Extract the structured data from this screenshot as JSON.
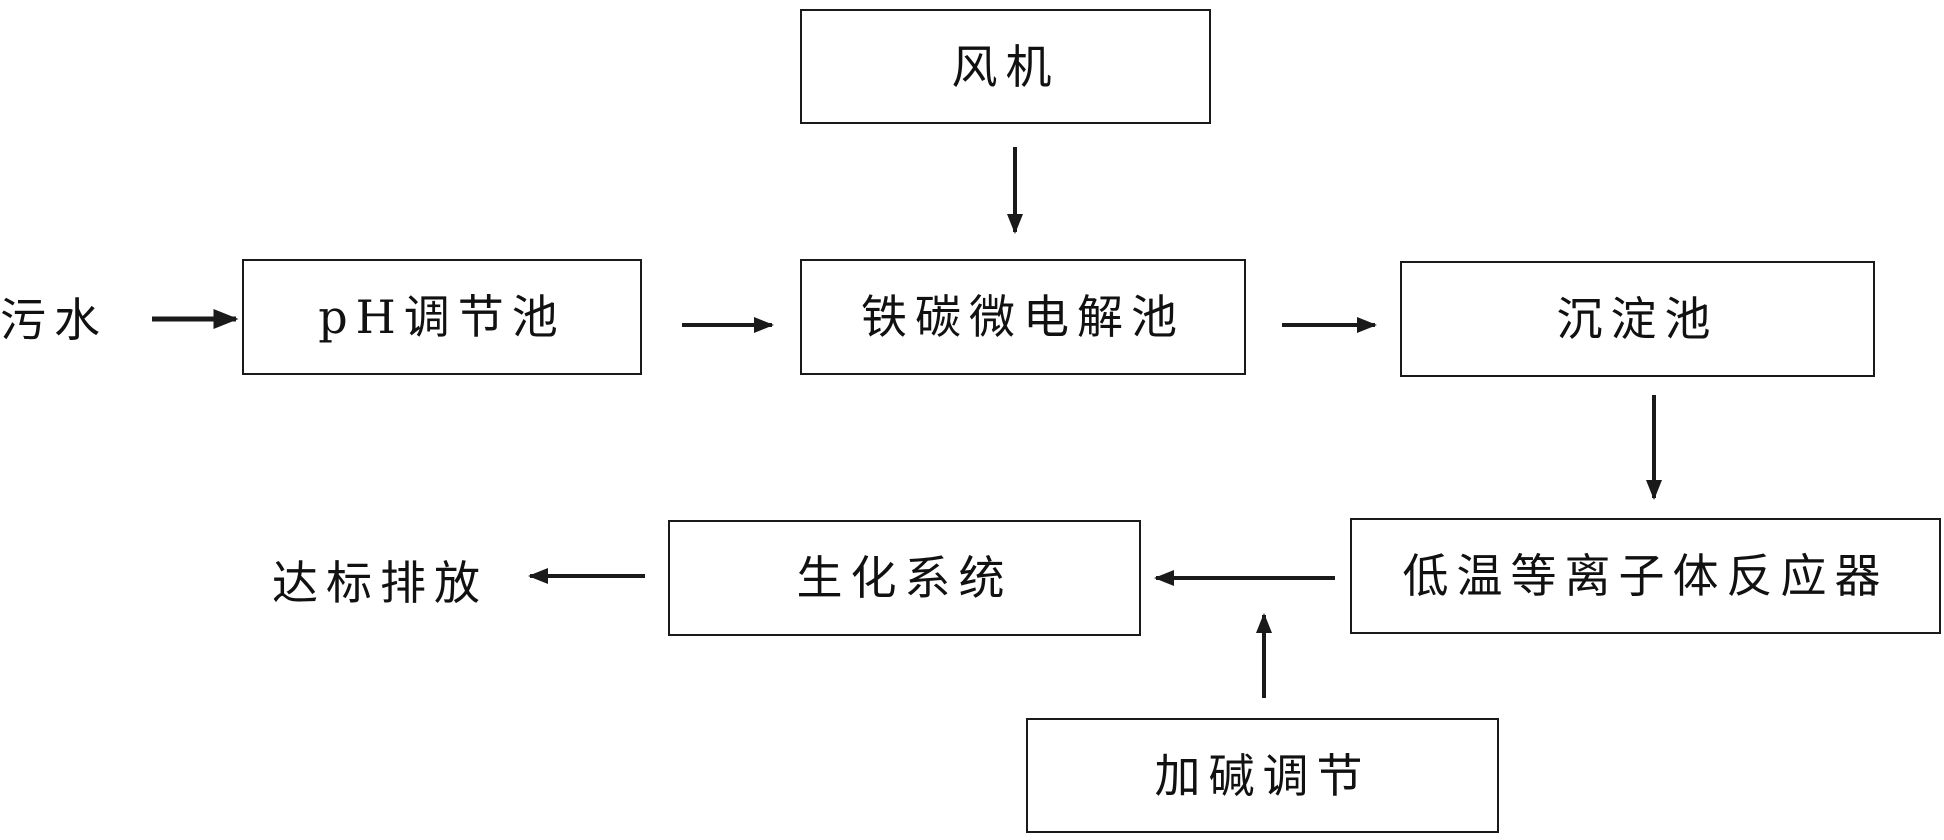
{
  "nodes": {
    "fan": "风机",
    "ph_tank": "pH调节池",
    "iron_carbon": "铁碳微电解池",
    "sedimentation": "沉淀池",
    "plasma_reactor": "低温等离子体反应器",
    "biochem": "生化系统",
    "alkali": "加碱调节"
  },
  "labels": {
    "influent": "污水",
    "discharge": "达标排放"
  },
  "edges": [
    {
      "from": "influent",
      "to": "ph_tank"
    },
    {
      "from": "ph_tank",
      "to": "iron_carbon"
    },
    {
      "from": "fan",
      "to": "iron_carbon"
    },
    {
      "from": "iron_carbon",
      "to": "sedimentation"
    },
    {
      "from": "sedimentation",
      "to": "plasma_reactor"
    },
    {
      "from": "plasma_reactor",
      "to": "biochem"
    },
    {
      "from": "alkali",
      "to": "biochem"
    },
    {
      "from": "biochem",
      "to": "discharge"
    }
  ],
  "colors": {
    "line": "#1a1a1a",
    "background": "#ffffff"
  }
}
